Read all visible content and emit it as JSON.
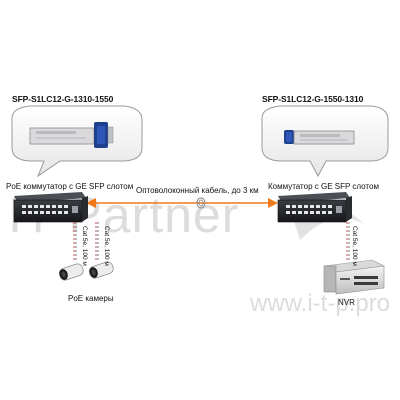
{
  "left": {
    "module_title": "SFP-S1LC12-G-1310-1550",
    "switch_label": "PoE коммутатор с GE SFP слотом",
    "cable_label_a": "Cat 5e, 100 м",
    "cable_label_b": "Cat 5e, 100 м",
    "cameras_label": "PoE камеры"
  },
  "right": {
    "module_title": "SFP-S1LC12-G-1550-1310",
    "switch_label": "Коммутатор с GE SFP слотом",
    "cable_label": "Cat 5e, 100 м",
    "nvr_label": "NVR"
  },
  "link": {
    "fiber_label": "Оптоволоконный кабель, до  3 км",
    "arrow_color": "#f07a1a"
  },
  "watermark": {
    "brand": "IT Partner",
    "site": "www.i-t-p.pro"
  }
}
